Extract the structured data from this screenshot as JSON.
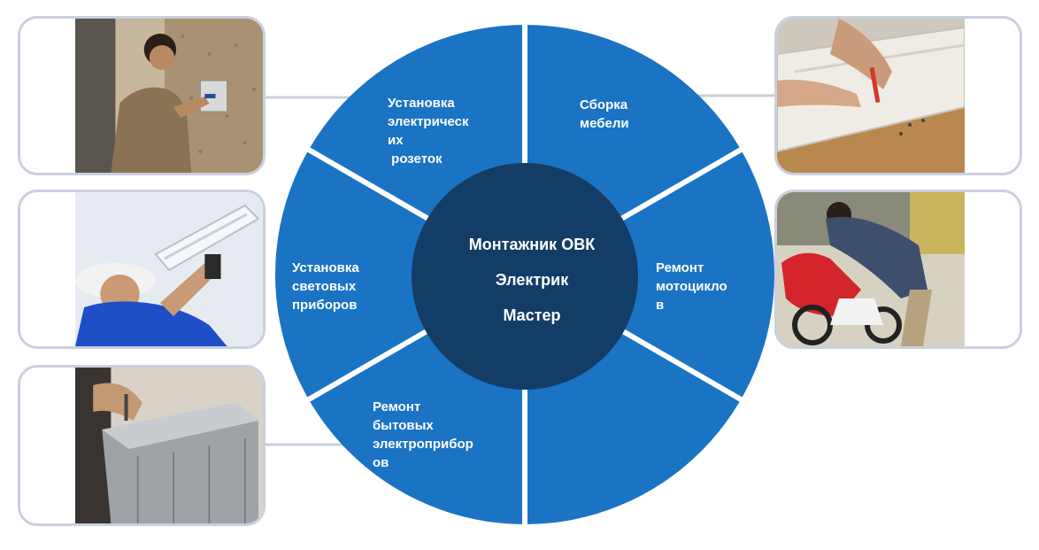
{
  "colors": {
    "wheel": "#1b73c4",
    "hub": "#133d66",
    "divider": "#ffffff",
    "card_border": "#c9d0de",
    "connector": "#c9d0de"
  },
  "center": {
    "line1": "Монтажник ОВК",
    "line2": "Электрик",
    "line3": "Мастер"
  },
  "segments": [
    {
      "id": "sockets",
      "label": "Установка\nэлектрическ\nих\n розеток",
      "photo_icon": "electrician-installing-socket-photo"
    },
    {
      "id": "furniture",
      "label": "Сборка\nмебели",
      "photo_icon": "furniture-assembly-screwdriver-photo"
    },
    {
      "id": "motorcycle",
      "label": "Ремонт\nмотоцикло\nв",
      "photo_icon": "motorcycle-repair-photo"
    },
    {
      "id": "empty",
      "label": "",
      "photo_icon": ""
    },
    {
      "id": "appliances",
      "label": "Ремонт\nбытовых\nэлектроприбор\nов",
      "photo_icon": "appliance-repair-photo"
    },
    {
      "id": "lighting",
      "label": "Установка\nсветовых\nприборов",
      "photo_icon": "ceiling-light-installation-photo"
    }
  ]
}
